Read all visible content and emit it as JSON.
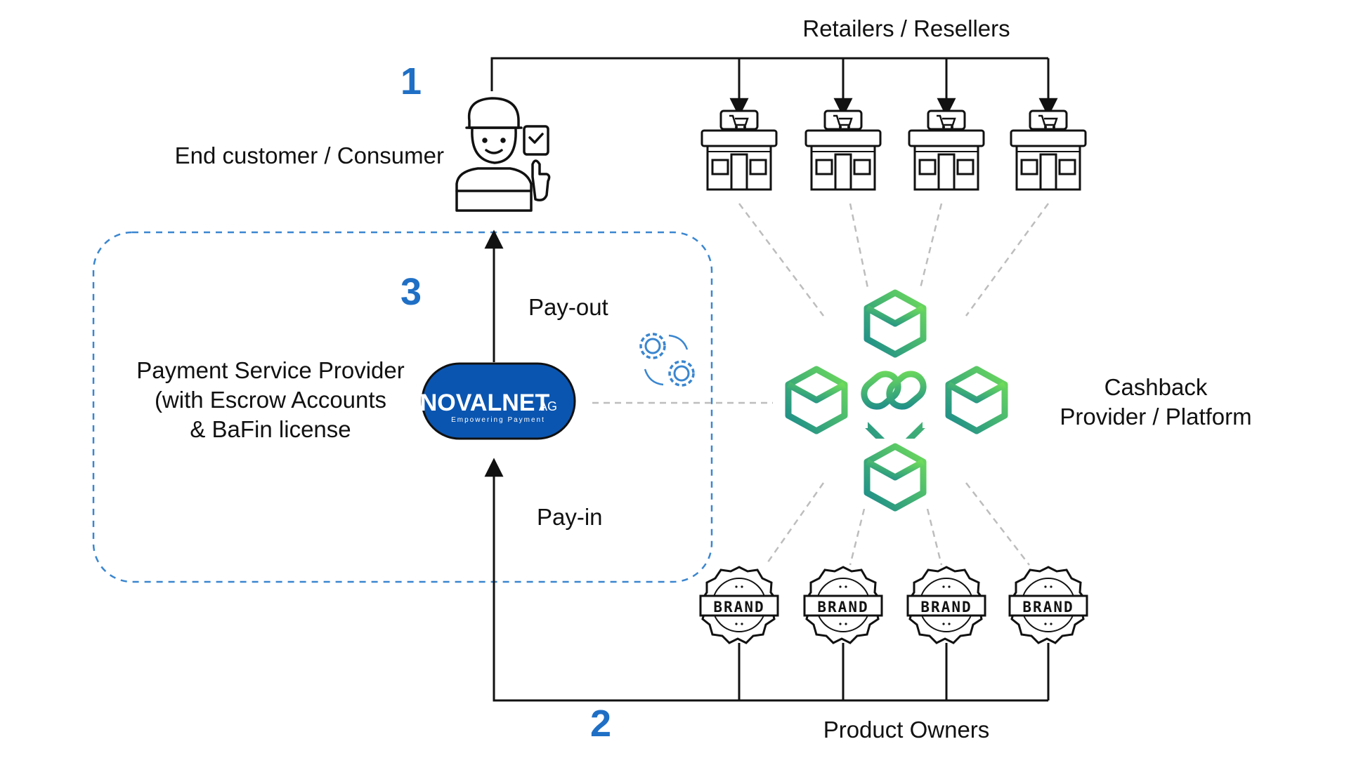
{
  "steps": {
    "one": "1",
    "two": "2",
    "three": "3"
  },
  "labels": {
    "retailers": "Retailers / Resellers",
    "end_customer": "End customer / Consumer",
    "pay_out": "Pay-out",
    "pay_in": "Pay-in",
    "psp_line1": "Payment Service Provider",
    "psp_line2": "(with Escrow Accounts",
    "psp_line3": "& BaFin license",
    "cashback_line1": "Cashback",
    "cashback_line2": "Provider / Platform",
    "product_owners": "Product Owners"
  },
  "logo": {
    "name": "NOVALNET",
    "suffix": "AG",
    "tagline": "Empowering Payment"
  },
  "brand_badge_text": "BRAND",
  "colors": {
    "accent_blue": "#1f6fc5",
    "dashed_blue": "#3a86d0",
    "logo_fill": "#0a55b0",
    "gradient_teal": "#1a8a8c",
    "gradient_green": "#6fdc5a",
    "line": "#111111",
    "grey_dash": "#bdbdbd"
  },
  "icons": [
    "person-thumbs-up-icon",
    "store-icon",
    "gears-icon",
    "blockchain-network-icon",
    "brand-badge-icon",
    "chain-link-icon"
  ]
}
